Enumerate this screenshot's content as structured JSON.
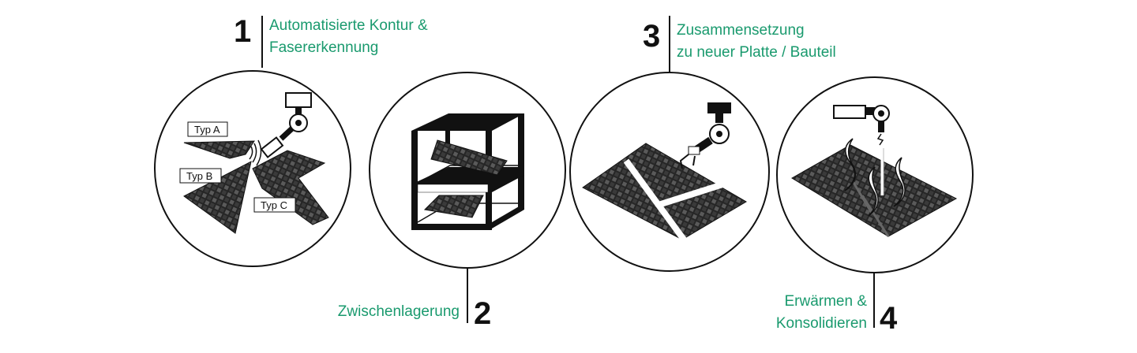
{
  "steps": [
    {
      "number": "1",
      "label_lines": [
        "Automatisierte Kontur &",
        "Fasererkennung"
      ]
    },
    {
      "number": "2",
      "label_lines": [
        "Zwischenlagerung"
      ]
    },
    {
      "number": "3",
      "label_lines": [
        "Zusammensetzung",
        "zu neuer Platte / Bauteil"
      ]
    },
    {
      "number": "4",
      "label_lines": [
        "Erwärmen &",
        "Konsolidieren"
      ]
    }
  ],
  "tags": [
    "Typ A",
    "Typ B",
    "Typ C"
  ],
  "colors": {
    "label": "#1a9a6e",
    "ink": "#111111",
    "fabric": "#2b2b2b"
  }
}
